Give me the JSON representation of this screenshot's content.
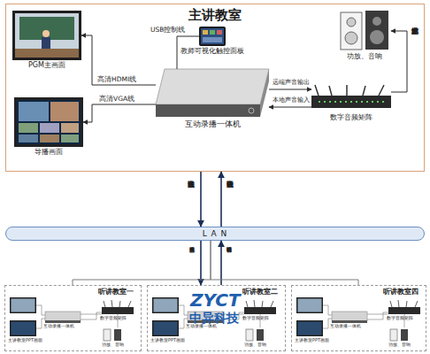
{
  "diagram": {
    "nodes": [
      {
        "text": [
          "主讲教室"
        ]
      },
      {
        "text": [
          "PGM主画面"
        ],
        "in": 0
      },
      {
        "text": [
          "导播画面"
        ],
        "in": 0
      },
      {
        "text": [
          "教师可视化触控面板"
        ],
        "in": 0
      },
      {
        "text": [
          "互动录播一体机"
        ],
        "in": 0
      },
      {
        "text": [
          "功放、音响"
        ],
        "in": 0
      },
      {
        "text": [
          "数字音频矩阵"
        ],
        "in": 0
      },
      {
        "text": [
          "L A N"
        ]
      },
      {
        "text": [
          "听讲教室一"
        ]
      },
      {
        "text": [
          "听讲教室二"
        ]
      },
      {
        "text": [
          "听讲教室四"
        ]
      }
    ],
    "edges": [
      {
        "from": 4,
        "to": 1,
        "label": "高清HDMI线",
        "arrow": "to"
      },
      {
        "from": 4,
        "to": 2,
        "label": "高清VGA线",
        "arrow": "to"
      },
      {
        "from": 4,
        "to": 3,
        "label": "USB控制线",
        "arrow": "none"
      },
      {
        "from": 4,
        "to": 6,
        "label": "远端声音输出",
        "arrow": "to"
      },
      {
        "from": 6,
        "to": 4,
        "label": "本地声音输入",
        "arrow": "to"
      },
      {
        "from": 6,
        "to": 5,
        "label": "远端声音做本地扩声",
        "arrow": "to"
      },
      {
        "from": 0,
        "to": 7,
        "label": "主讲音视频输出",
        "arrow": "to"
      },
      {
        "from": 7,
        "to": 0,
        "label": "听讲音视频输入",
        "arrow": "to"
      },
      {
        "from": 7,
        "to": 9,
        "label": "主讲音视频输入",
        "arrow": "to"
      },
      {
        "from": 9,
        "to": 7,
        "label": "听讲音视频输出",
        "arrow": "to"
      },
      {
        "from": 7,
        "to": 8,
        "arrow": "none"
      },
      {
        "from": 7,
        "to": 10,
        "arrow": "none"
      }
    ],
    "labels": [
      "ZYCT",
      "中异科技",
      "主讲教室PPT画面",
      "互动录播一体机",
      "数字音频矩阵",
      "功放、音响",
      "主讲教室PPT画面",
      "互动录播一体机",
      "数字音频矩阵",
      "功放、音响",
      "主讲教室PPT画面",
      "互动录播一体机",
      "数字音频矩阵",
      "功放、音响"
    ]
  }
}
